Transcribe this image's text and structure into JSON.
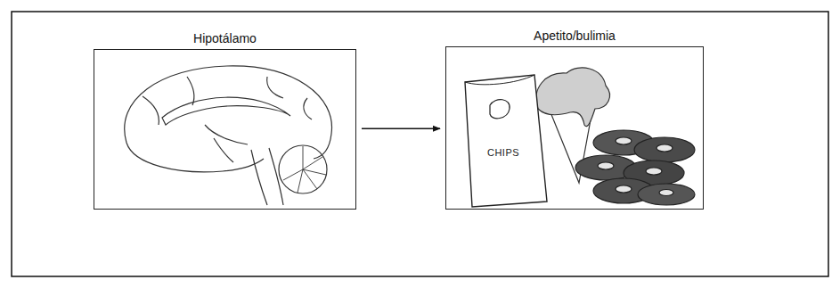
{
  "diagram": {
    "nodes": [
      {
        "text": [
          "Hipotálamo"
        ]
      },
      {
        "text": [
          "Apetito/bulimia"
        ]
      }
    ],
    "edges": [
      {
        "from": 0,
        "to": 1,
        "arrow": "to"
      }
    ],
    "labels": [
      "CHIPS"
    ]
  }
}
